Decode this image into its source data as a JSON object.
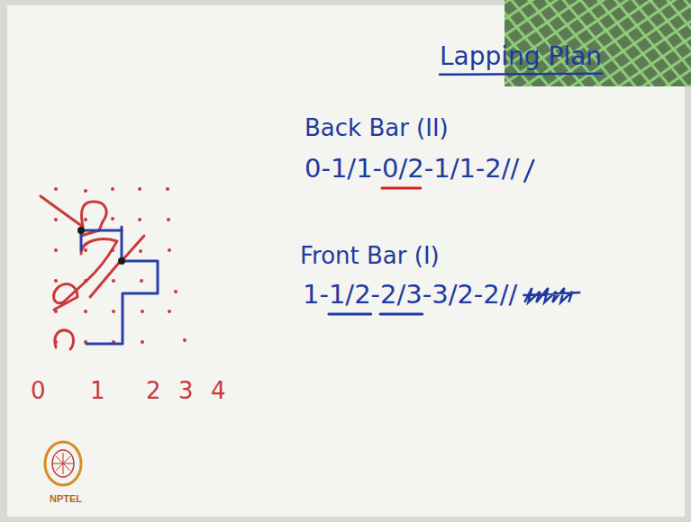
{
  "diagram": {
    "title": "Lapping Plan",
    "labels": [
      "Back Bar (II)",
      "0-1/1-0/2-1/1-2//",
      "Front Bar (I)",
      "1-1/2-2/3-3/2-2//",
      "0",
      "1",
      "2",
      "3",
      "4",
      "NPTEL"
    ]
  }
}
